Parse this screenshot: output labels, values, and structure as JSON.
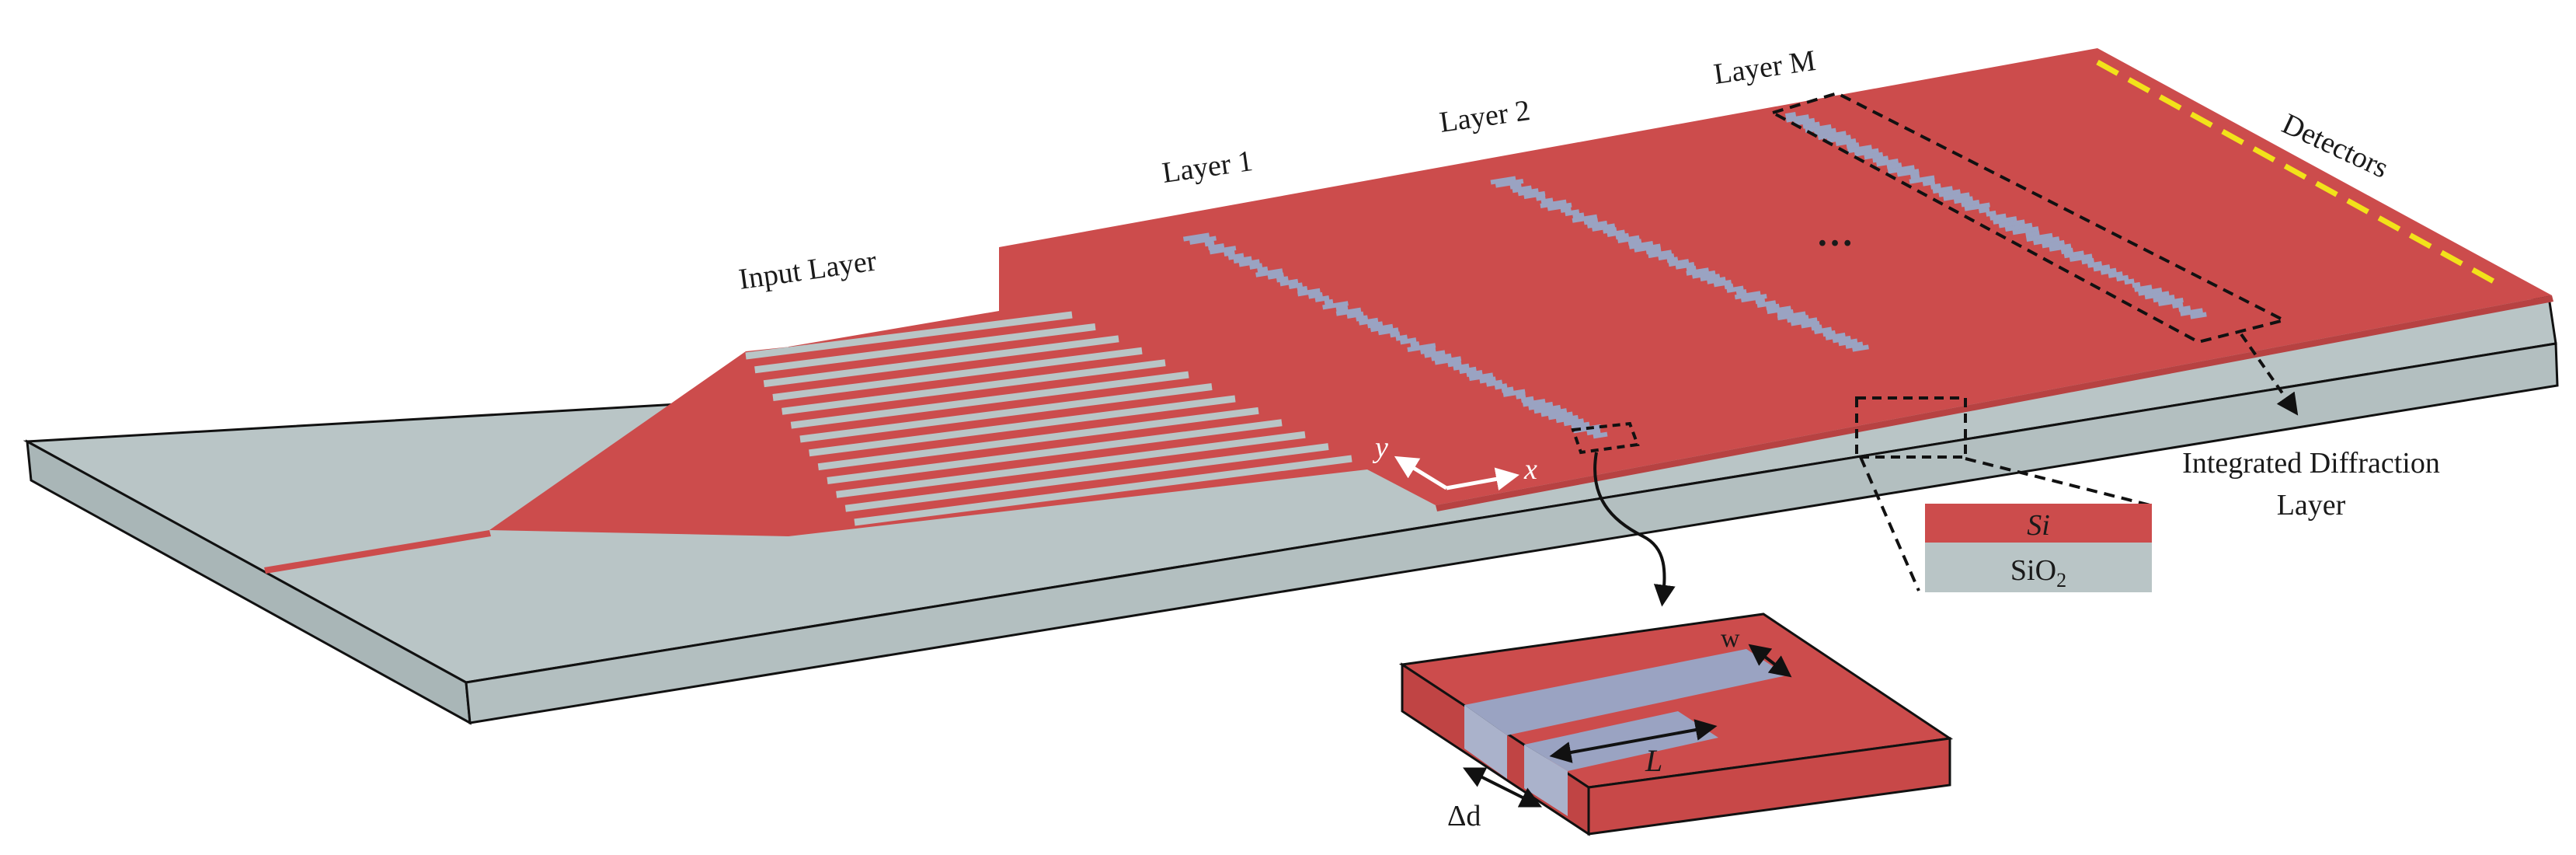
{
  "labels": {
    "input_layer": "Input Layer",
    "layer_1": "Layer 1",
    "layer_2": "Layer 2",
    "layer_m": "Layer M",
    "detectors": "Detectors",
    "ellipsis": "…",
    "axis_x": "x",
    "axis_y": "y",
    "integrated_line1": "Integrated Diffraction",
    "integrated_line2": "Layer",
    "si": "Si",
    "sio2_base": "SiO",
    "sio2_sub": "2",
    "w": "w",
    "L": "L",
    "delta_d": "Δd"
  },
  "colors": {
    "silicon": "#cc4c4c",
    "silicon_side": "#c04444",
    "silica": "#b9c5c6",
    "slot": "#9aa3c2",
    "detector": "#f2e21a",
    "outline": "#111111"
  }
}
